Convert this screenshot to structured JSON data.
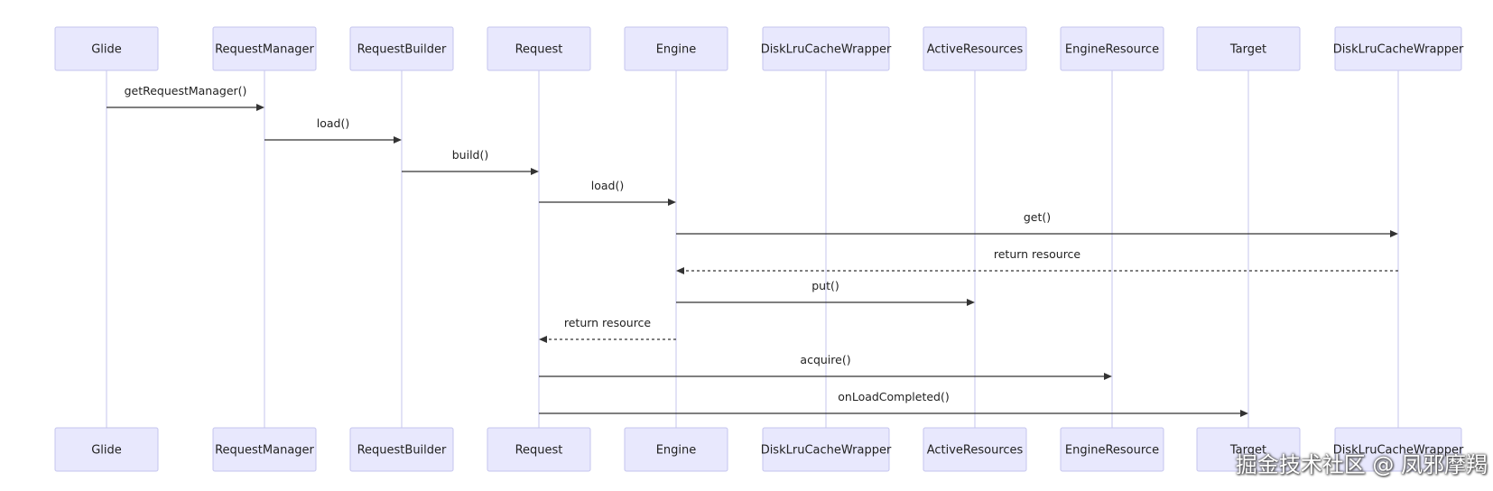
{
  "actors": [
    {
      "id": "glide",
      "label": "Glide"
    },
    {
      "id": "requestmanager",
      "label": "RequestManager"
    },
    {
      "id": "requestbuilder",
      "label": "RequestBuilder"
    },
    {
      "id": "request",
      "label": "Request"
    },
    {
      "id": "engine",
      "label": "Engine"
    },
    {
      "id": "disklrucachewrapper-1",
      "label": "DiskLruCacheWrapper"
    },
    {
      "id": "activeresources",
      "label": "ActiveResources"
    },
    {
      "id": "engineresource",
      "label": "EngineResource"
    },
    {
      "id": "target",
      "label": "Target"
    },
    {
      "id": "disklrucachewrapper-2",
      "label": "DiskLruCacheWrapper"
    }
  ],
  "messages": [
    {
      "from": 0,
      "to": 1,
      "label": "getRequestManager()",
      "style": "solid"
    },
    {
      "from": 1,
      "to": 2,
      "label": "load()",
      "style": "solid"
    },
    {
      "from": 2,
      "to": 3,
      "label": "build()",
      "style": "solid"
    },
    {
      "from": 3,
      "to": 4,
      "label": "load()",
      "style": "solid"
    },
    {
      "from": 4,
      "to": 9,
      "label": "get()",
      "style": "solid"
    },
    {
      "from": 9,
      "to": 4,
      "label": "return resource",
      "style": "dashed"
    },
    {
      "from": 4,
      "to": 6,
      "label": "put()",
      "style": "solid"
    },
    {
      "from": 4,
      "to": 3,
      "label": "return resource",
      "style": "dashed"
    },
    {
      "from": 3,
      "to": 7,
      "label": "acquire()",
      "style": "solid"
    },
    {
      "from": 3,
      "to": 8,
      "label": "onLoadCompleted()",
      "style": "solid"
    }
  ],
  "watermark": "掘金技术社区 @ 凤邪摩羯"
}
